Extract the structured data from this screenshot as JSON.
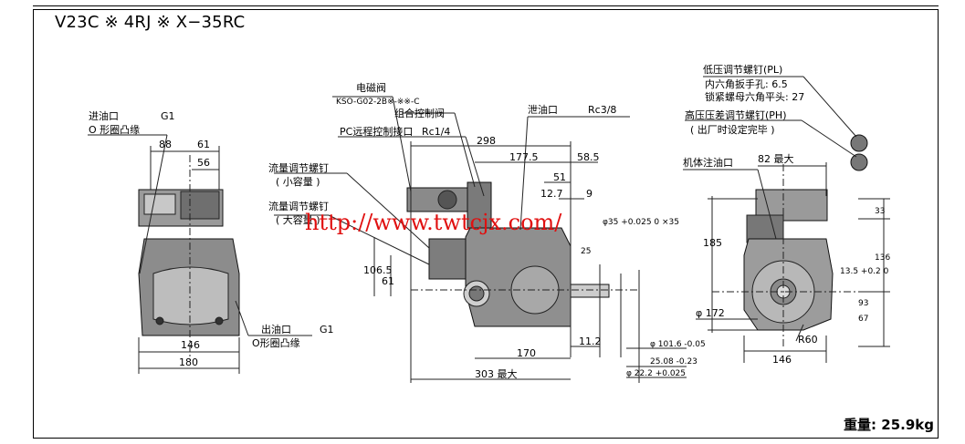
{
  "title": "V23C ※ 4RJ ※ X−35RC",
  "weight": "重量: 25.9kg",
  "watermark": "http://www.twtcjx.com/",
  "left_view": {
    "inlet": "进油口",
    "inlet_size": "G1",
    "inlet_note": "O 形圈凸缘",
    "outlet": "出油口",
    "outlet_size": "G1",
    "outlet_note": "O形圈凸缘",
    "dims": {
      "d88": "88",
      "d61": "61",
      "d56": "56",
      "d146": "146",
      "d180": "180"
    }
  },
  "center_view": {
    "solenoid_valve": "电磁阀",
    "solenoid_model": "KSO-G02-2B※-※※-C",
    "combo_valve": "组合控制阀",
    "pc_port": "PC远程控制接口",
    "pc_port_size": "Rc1/4",
    "drain": "泄油口",
    "drain_size": "Rc3/8",
    "flow_small": "流量调节螺钉",
    "flow_small_note": "( 小容量 )",
    "flow_large": "流量调节螺钉",
    "flow_large_note": "( 大容量 )",
    "dims": {
      "d298": "298",
      "d1775": "177.5",
      "d585": "58.5",
      "d51": "51",
      "d127": "12.7",
      "d9": "9",
      "d35": "φ35 +0.025 0 ×35",
      "d25": "25",
      "d1065": "106.5",
      "d61": "61",
      "d112": "11.2",
      "d170": "170",
      "d303": "303 最大",
      "d1016": "φ 101.6 -0.05",
      "d2508": "25.08 -0.23",
      "d222": "φ 22.2 +0.025"
    }
  },
  "right_view": {
    "low_adj": "低压调节螺钉(PL)",
    "hex_key": "内六角扳手孔: 6.5",
    "lock_nut": "锁紧螺母六角平头: 27",
    "high_adj": "高压压差调节螺钉(PH)",
    "factory": "( 出厂时设定完毕 )",
    "oil_fill": "机体注油口",
    "dims": {
      "d82": "82 最大",
      "d33": "33",
      "d185": "185",
      "d136": "136",
      "d135": "13.5 +0.2 0",
      "d93": "93",
      "d67": "67",
      "d172": "φ 172",
      "r60": "R60",
      "d146": "146"
    }
  }
}
